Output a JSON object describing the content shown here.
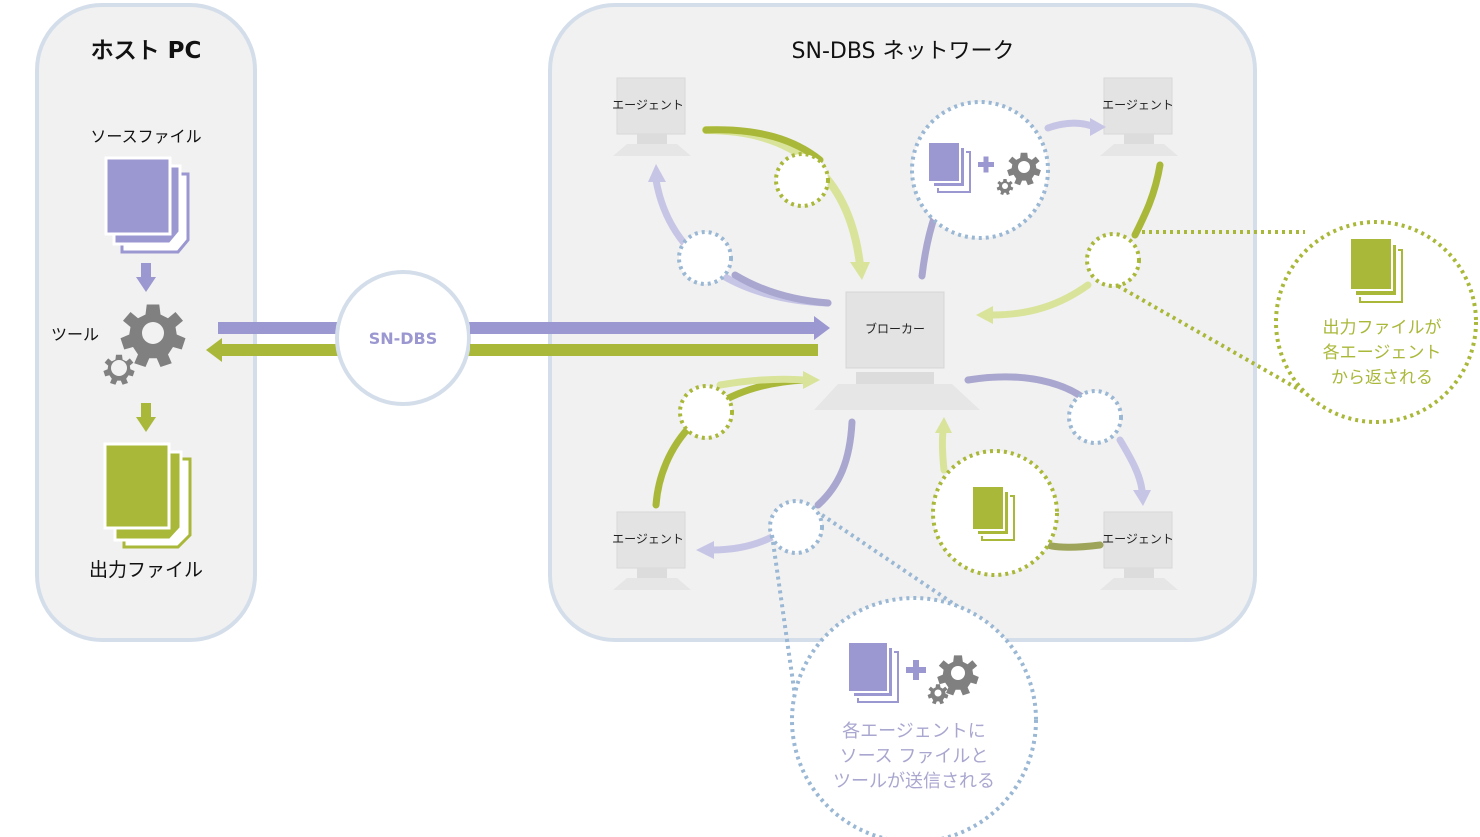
{
  "host": {
    "title": "ホスト PC",
    "source_label": "ソースファイル",
    "tool_label": "ツール",
    "output_label": "出力ファイル"
  },
  "link": {
    "label": "SN-DBS"
  },
  "network": {
    "title": "SN-DBS ネットワーク"
  },
  "broker": {
    "label": "ブローカー"
  },
  "agents": {
    "top_left": "エージェント",
    "top_right": "エージェント",
    "bottom_left": "エージェント",
    "bottom_right": "エージェント"
  },
  "callout_return": {
    "line1": "出力ファイルが",
    "line2": "各エージェント",
    "line3": "から返される"
  },
  "callout_send": {
    "line1": "各エージェントに",
    "line2": "ソース ファイルと",
    "line3": "ツールが送信される"
  },
  "colors": {
    "purple": "#9b97d1",
    "green": "#aab83a",
    "gray": "#808080",
    "panel": "#f1f1f1",
    "panel_border": "#d4deeb",
    "dot_blue": "#9ab7d4"
  }
}
